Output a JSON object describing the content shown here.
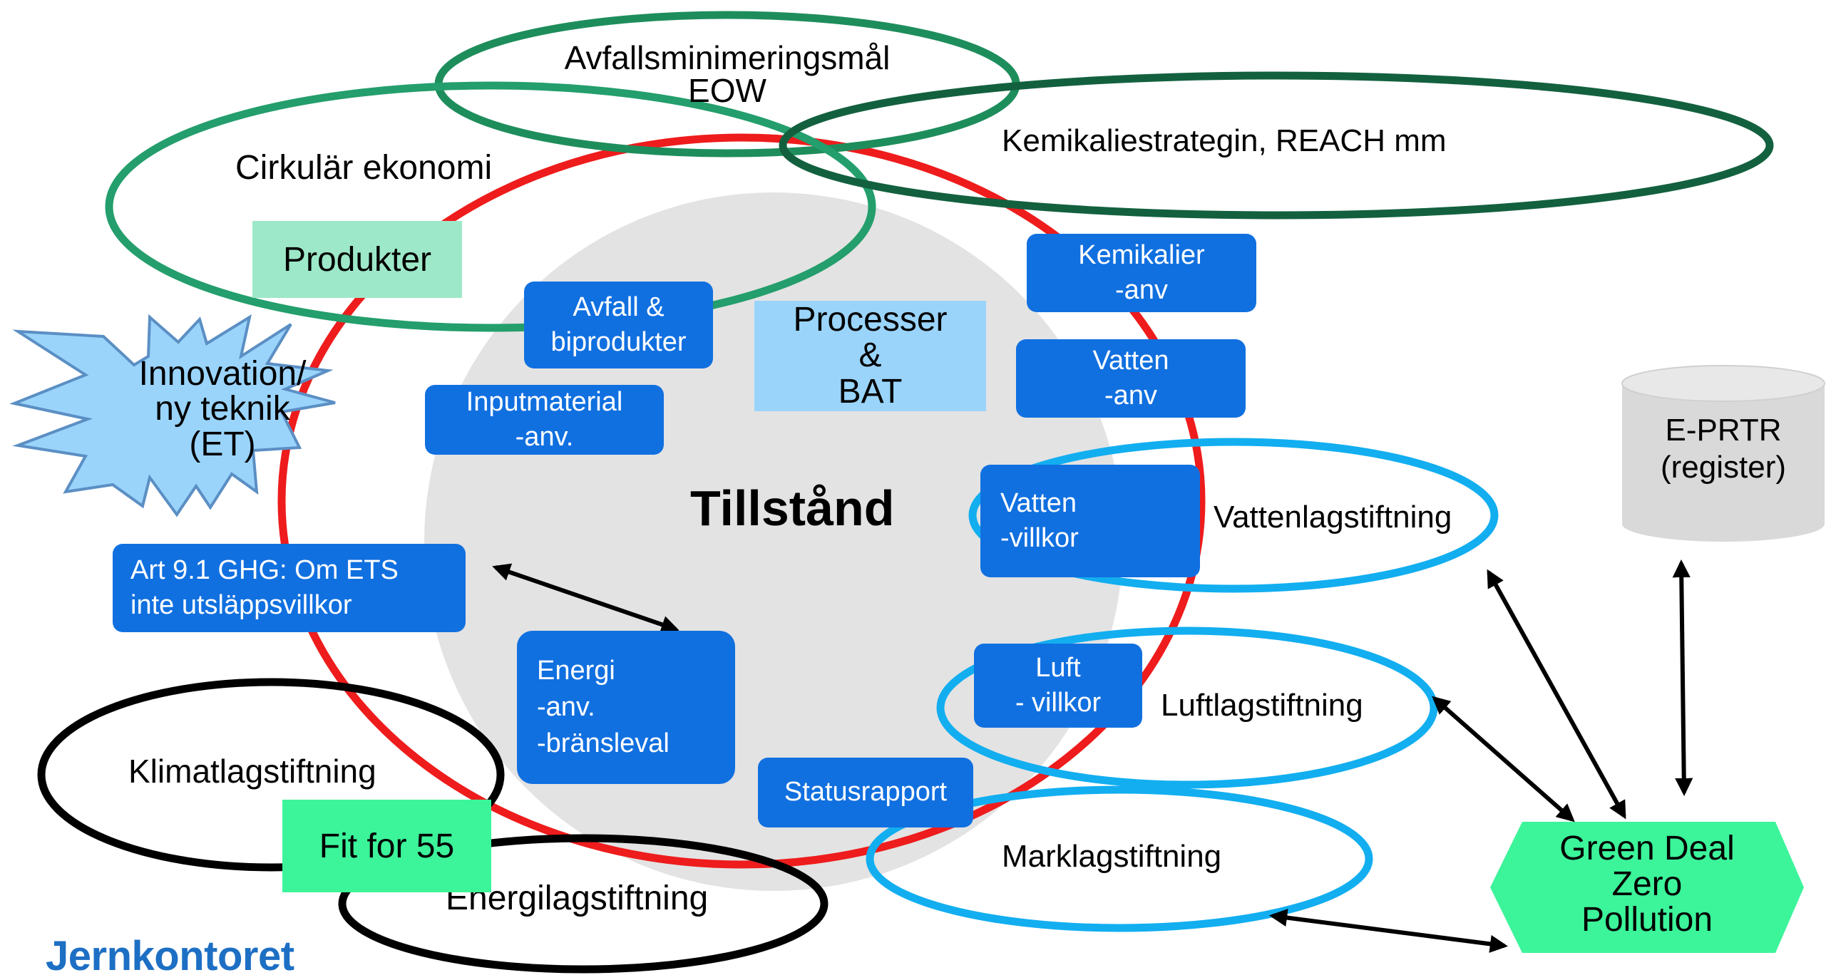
{
  "center_title": "Tillstånd",
  "circles": {
    "avfall": {
      "line1": "Avfallsminimeringsmål",
      "line2": "EOW"
    },
    "kemikaliestrategi": "Kemikaliestrategin, REACH mm",
    "cirkular": "Cirkulär ekonomi",
    "vattenlag": "Vattenlagstiftning",
    "luftlag": "Luftlagstiftning",
    "marklag": "Marklagstiftning",
    "klimatlag": "Klimatlagstiftning",
    "energilag": "Energilagstiftning"
  },
  "boxes": {
    "produkter": "Produkter",
    "processer": {
      "line1": "Processer",
      "line2": "&",
      "line3": "BAT"
    },
    "fit_for_55": "Fit for 55",
    "avfall_biprodukter": {
      "line1": "Avfall &",
      "line2": "biprodukter"
    },
    "inputmaterial": {
      "line1": "Inputmaterial",
      "line2": "-anv."
    },
    "kemikalier": {
      "line1": "Kemikalier",
      "line2": "-anv"
    },
    "vatten_anv": {
      "line1": "Vatten",
      "line2": "-anv"
    },
    "vatten_villkor": {
      "line1": "Vatten",
      "line2": "-villkor"
    },
    "luft_villkor": {
      "line1": "Luft",
      "line2": "- villkor"
    },
    "art91": {
      "line1": "Art 9.1 GHG: Om ETS",
      "line2": "inte utsläppsvillkor"
    },
    "energi": {
      "line1": "Energi",
      "line2": "-anv.",
      "line3": "-bränsleval"
    },
    "statusrapport": "Statusrapport"
  },
  "innovation": {
    "line1": "Innovation/",
    "line2": "ny teknik",
    "line3": "(ET)"
  },
  "eprtr": {
    "line1": "E-PRTR",
    "line2": "(register)"
  },
  "green_deal": {
    "line1": "Green Deal",
    "line2": "Zero",
    "line3": "Pollution"
  },
  "logo": "Jernkontoret",
  "colors": {
    "red_circle": "#ee1c1c",
    "gray_disc": "#e3e3e3",
    "blue_box": "#1170e0",
    "light_blue_box": "#9ad4fb",
    "mint": "#9de8c8",
    "bright_green": "#3cf49a",
    "teal_green": "#239e6c",
    "dark_green": "#13603f",
    "cyan": "#12aef0",
    "black": "#000000",
    "star_fill": "#9ad4fb",
    "star_stroke": "#5b8fc4",
    "cylinder": "#d9d9d9",
    "logo_blue": "#1d6fc4"
  }
}
